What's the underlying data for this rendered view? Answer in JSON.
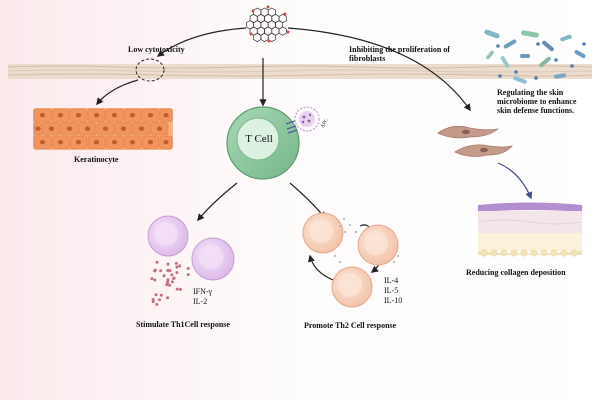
{
  "labels": {
    "low_cytotoxicity": "Low cytotoxicity",
    "inhibit_line1": "Inhibiting the proliferation of",
    "inhibit_line2": "fibroblasts",
    "microbiome_line1": "Regulating the skin",
    "microbiome_line2": "microbiome to enhance",
    "microbiome_line3": "skin defense functions.",
    "keratinocyte": "Keratinocyte",
    "t_cell": "T Cell",
    "apc": "APC",
    "th1_response": "Stimulate Th1Cell response",
    "th2_response": "Promote  Th2 Cell response",
    "collagen": "Reducing collagen deposition",
    "th1_cytokines": [
      "IFN-γ",
      "IL-2"
    ],
    "th2_cytokines": [
      "IL-4",
      "IL-5",
      "IL-10"
    ]
  },
  "colors": {
    "membrane": "#ebdccf",
    "keratinocyte": "#f09a62",
    "t_cell": "#8fc79e",
    "th1_cell": "#e2c3ee",
    "th2_cell": "#f6cdb7",
    "fibroblast": "#c49a8a",
    "apc": "#c9a3d8",
    "dots": "#c4707f"
  }
}
